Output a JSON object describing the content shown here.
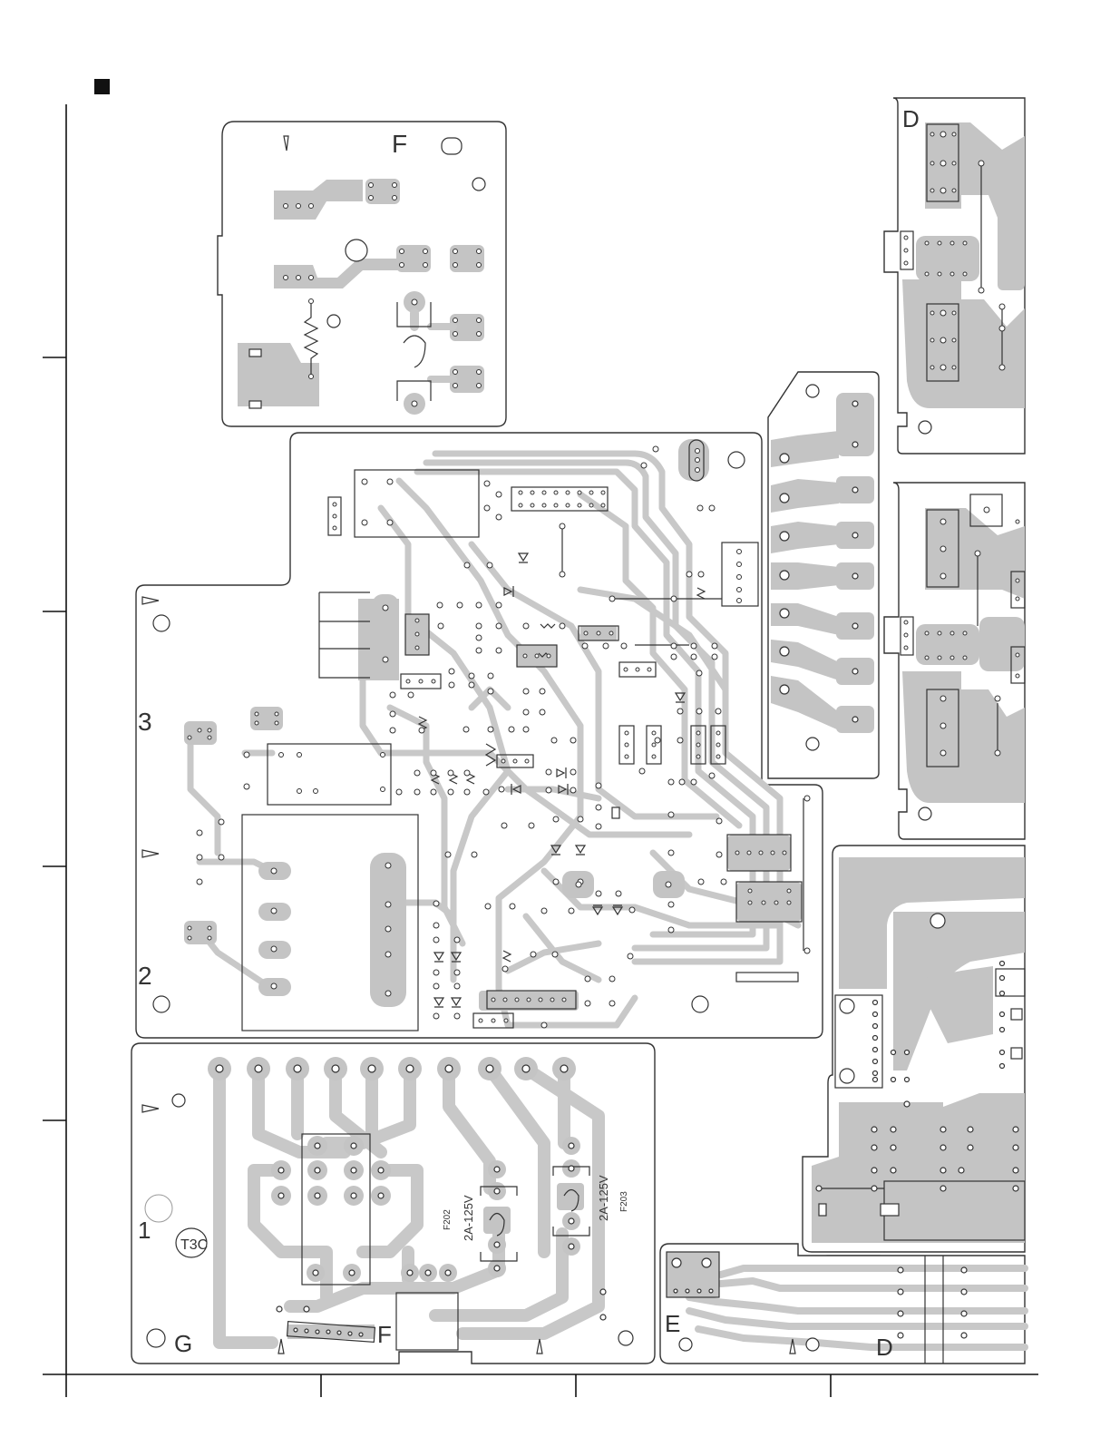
{
  "labels": {
    "board_f": "F",
    "board_d_top": "D",
    "board_g": "G",
    "board_f_bottom": "F",
    "board_e": "E",
    "board_d_bottom": "D",
    "row_3": "3",
    "row_2": "2",
    "row_1": "1",
    "marker_t3c": "T3C",
    "fuse_f202_name": "F202",
    "fuse_f202_rating": "2A-125V",
    "fuse_f203_name": "F203",
    "fuse_f203_rating": "2A-125V"
  },
  "colors": {
    "copper": "#c4c4c4",
    "outline": "#333333",
    "background": "#ffffff"
  }
}
